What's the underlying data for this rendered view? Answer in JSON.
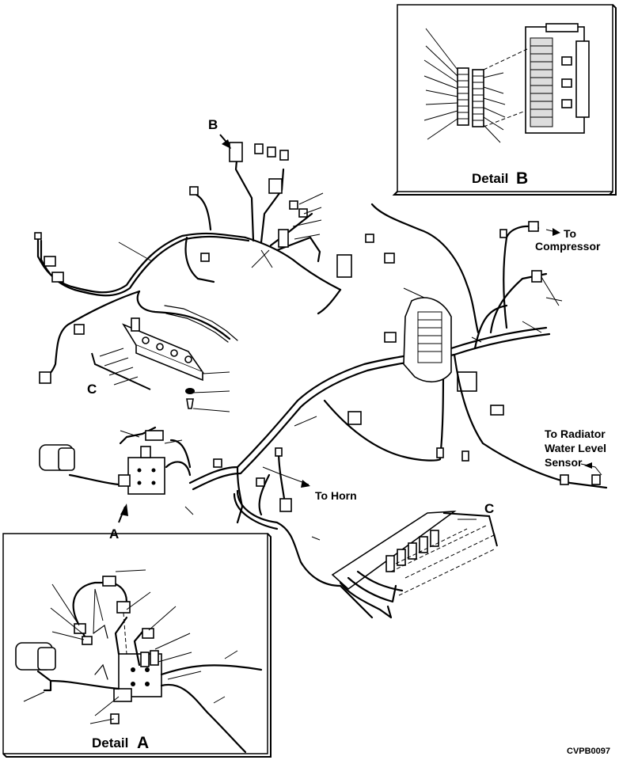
{
  "labels": {
    "detail_b_title": "Detail",
    "detail_b_letter": "B",
    "detail_a_title": "Detail",
    "detail_a_letter": "A",
    "callout_b": "B",
    "callout_a": "A",
    "callout_c_left": "C",
    "callout_c_right": "C",
    "to_compressor_line1": "To",
    "to_compressor_line2": "Compressor",
    "to_radiator_line1": "To Radiator",
    "to_radiator_line2": "Water Level",
    "to_radiator_line3": "Sensor",
    "to_horn": "To Horn",
    "figure_code": "CVPB0097"
  }
}
